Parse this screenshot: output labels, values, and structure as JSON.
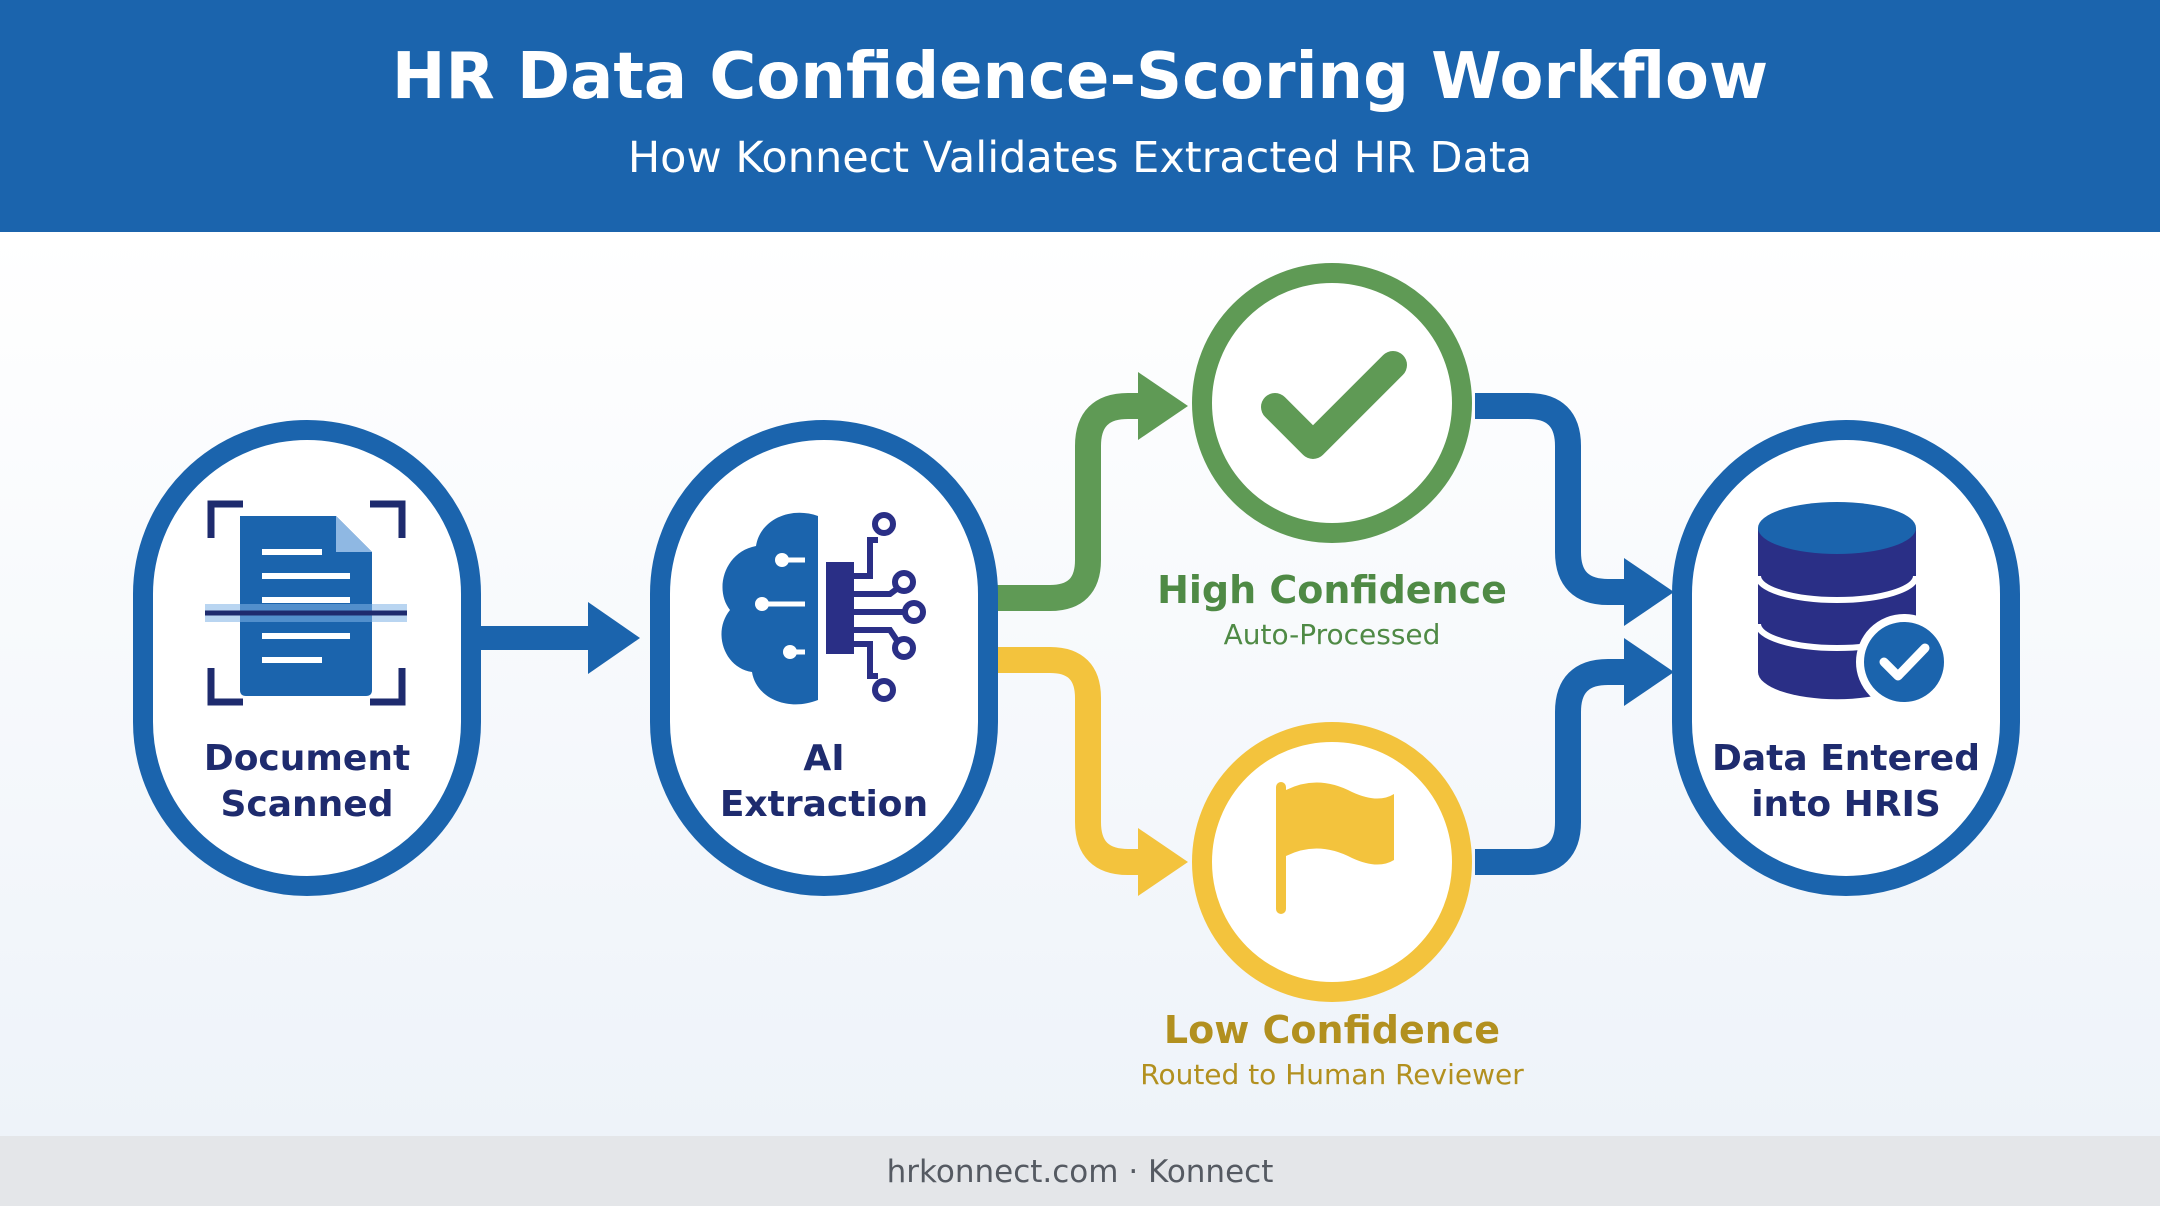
{
  "header": {
    "title": "HR Data Confidence-Scoring Workflow",
    "subtitle": "How Konnect Validates Extracted HR Data"
  },
  "nodes": {
    "document": {
      "label_line1": "Document",
      "label_line2": "Scanned",
      "icon": "scanned-document-icon"
    },
    "ai": {
      "label_line1": "AI",
      "label_line2": "Extraction",
      "icon": "ai-brain-chip-icon"
    },
    "high": {
      "title": "High Confidence",
      "subtitle": "Auto-Processed",
      "icon": "checkmark-icon"
    },
    "low": {
      "title": "Low Confidence",
      "subtitle": "Routed to Human Reviewer",
      "icon": "flag-icon"
    },
    "hris": {
      "label_line1": "Data Entered",
      "label_line2": "into HRIS",
      "icon": "database-check-icon"
    }
  },
  "colors": {
    "primary_blue": "#1b64ad",
    "dark_navy": "#1e2b6e",
    "high_green": "#5f9a55",
    "low_yellow": "#f3c33d"
  },
  "footer": {
    "text": "hrkonnect.com · Konnect"
  }
}
